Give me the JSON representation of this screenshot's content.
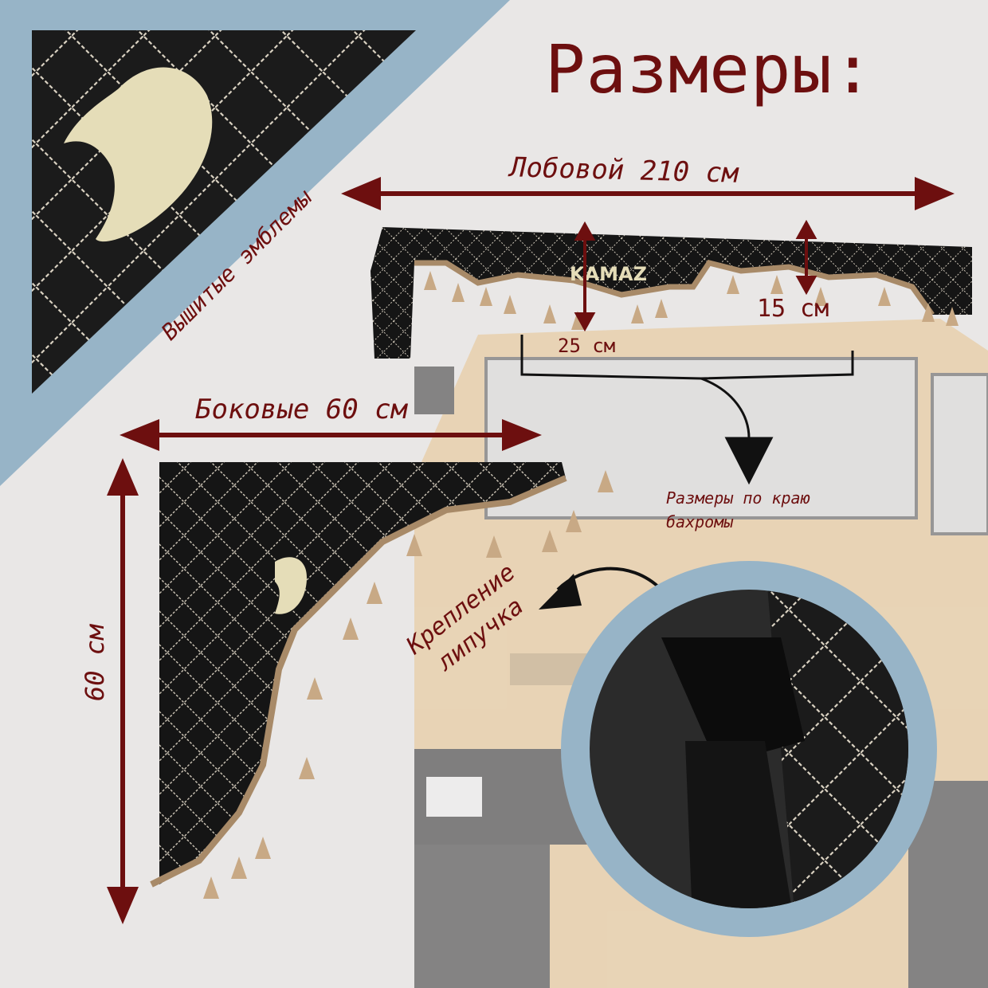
{
  "title": "Размеры:",
  "front": {
    "label": "Лобовой  210 см",
    "drop_small": "15 см",
    "drop_large": "25 см"
  },
  "side": {
    "label": "Боковые  60 см",
    "height": "60 см"
  },
  "emblem_note": "Вышитые  эмблемы",
  "fringe_note": "Размеры по краю бахромы",
  "velcro_note": "Крепление липучка",
  "brand_text": "KAMAZ",
  "colors": {
    "accent": "#6d0f0f",
    "frame": "#97b4c7",
    "fabric": "#161616",
    "stitch": "#d8d0c0",
    "fringe": "#a88a68",
    "truck": "#e8c48e"
  }
}
